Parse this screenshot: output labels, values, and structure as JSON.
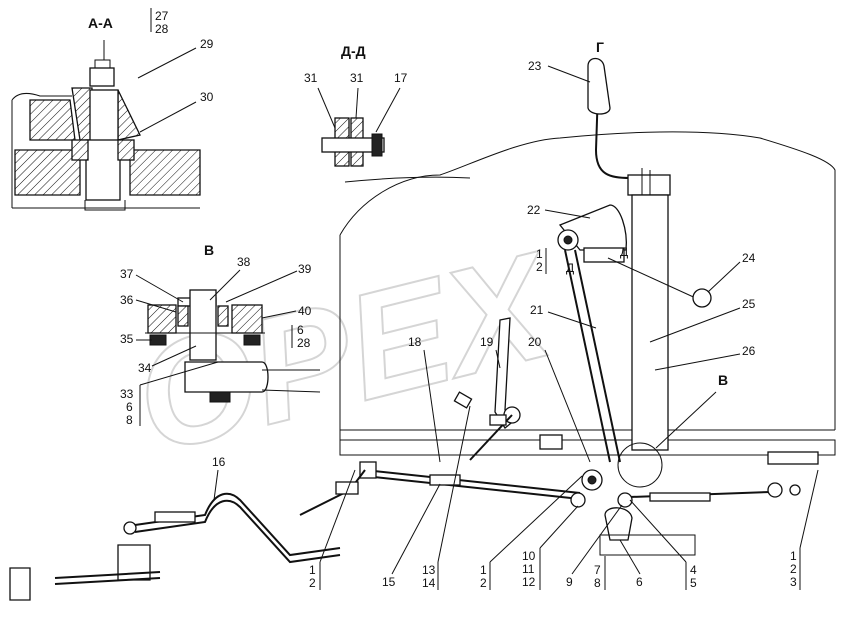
{
  "sections": {
    "aa": "А-А",
    "dd": "Д-Д",
    "g": "Г",
    "b_detail": "В",
    "b_marker": "В"
  },
  "section_refs": {
    "aa_1": "27",
    "aa_2": "28",
    "b_1": "6",
    "b_2": "28"
  },
  "callouts": {
    "c29": "29",
    "c30": "30",
    "c31a": "31",
    "c31b": "31",
    "c17": "17",
    "c23": "23",
    "c22": "22",
    "c24": "24",
    "c25": "25",
    "c26": "26",
    "c21": "21",
    "c18": "18",
    "c19": "19",
    "c20": "20",
    "c37": "37",
    "c38": "38",
    "c39": "39",
    "c36": "36",
    "c40": "40",
    "c35": "35",
    "c34": "34",
    "c16": "16",
    "c9": "9",
    "c6": "6"
  },
  "stacks": {
    "s_33": [
      "33",
      "6",
      "8"
    ],
    "s_left_bottom": [
      "1",
      "2"
    ],
    "s_15": [
      "15"
    ],
    "s_13": [
      "13",
      "14"
    ],
    "s_mid_bottom": [
      "1",
      "2"
    ],
    "s_10": [
      "10",
      "11",
      "12"
    ],
    "s_7": [
      "7",
      "8"
    ],
    "s_4": [
      "4",
      "5"
    ],
    "s_right_bottom": [
      "1",
      "2",
      "3"
    ],
    "s_upper": [
      "1",
      "2"
    ]
  },
  "view_marks": {
    "d1": "Д",
    "d2": "Д"
  },
  "watermark": "OPEX",
  "icons": {
    "lever_knob": "handle-knob-icon",
    "ball": "ball-knob-icon"
  }
}
